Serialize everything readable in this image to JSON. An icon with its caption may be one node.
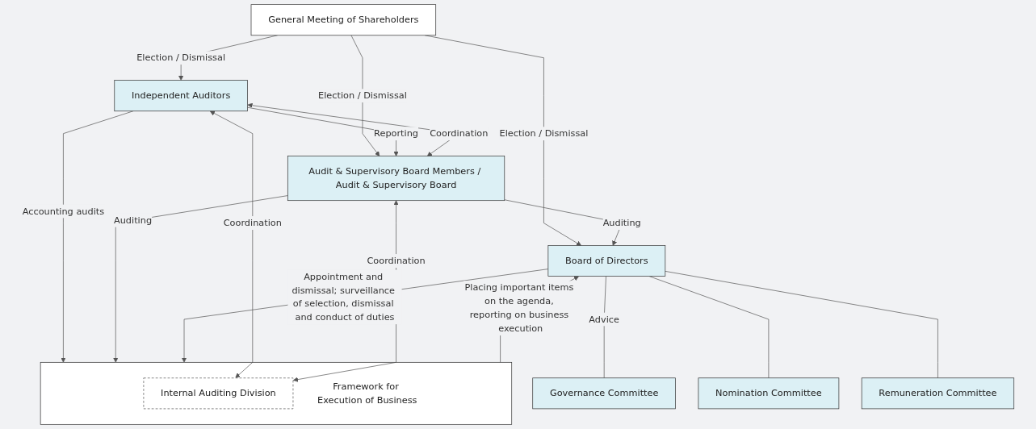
{
  "diagram": {
    "nodes": [
      {
        "text": [
          "General Meeting of Shareholders"
        ]
      },
      {
        "text": [
          "Independent Auditors"
        ]
      },
      {
        "text": [
          "Audit & Supervisory Board Members / Audit & Supervisory Board"
        ]
      },
      {
        "text": [
          "Board of Directors"
        ]
      },
      {
        "text": [
          "Governance Committee"
        ]
      },
      {
        "text": [
          "Nomination Committee"
        ]
      },
      {
        "text": [
          "Remuneration Committee"
        ]
      },
      {
        "text": [
          "Framework for Execution of Business"
        ]
      },
      {
        "text": [
          "Internal Auditing Division"
        ],
        "in": 7
      }
    ],
    "edges": [
      {
        "from": 0,
        "to": 1,
        "arrow": "to",
        "label": "Election / Dismissal"
      },
      {
        "from": 0,
        "to": 2,
        "arrow": "to",
        "label": "Election / Dismissal"
      },
      {
        "from": 0,
        "to": 3,
        "arrow": "to",
        "label": "Election / Dismissal"
      },
      {
        "from": 1,
        "to": 2,
        "arrow": "to",
        "label": "Reporting"
      },
      {
        "from": 2,
        "to": 3,
        "arrow": "to",
        "label": "Auditing"
      },
      {
        "from": 3,
        "to": 4,
        "arrow": "none",
        "label": "Advice"
      },
      {
        "from": 3,
        "to": 5,
        "arrow": "none"
      },
      {
        "from": 3,
        "to": 6,
        "arrow": "none"
      },
      {
        "from": 1,
        "to": 2,
        "arrow": "both",
        "label": "Coordination"
      },
      {
        "from": 1,
        "to": 7,
        "arrow": "to",
        "label": "Accounting audits"
      },
      {
        "from": 8,
        "to": 1,
        "arrow": "both",
        "label": "Coordination"
      },
      {
        "from": 8,
        "to": 2,
        "arrow": "both",
        "label": "Coordination"
      },
      {
        "from": 2,
        "to": 7,
        "arrow": "to",
        "label": "Auditing"
      },
      {
        "from": 3,
        "to": 7,
        "arrow": "to",
        "label": "Appointment and dismissal; surveillance of selection, dismissal and conduct of duties"
      },
      {
        "from": 7,
        "to": 3,
        "arrow": "to",
        "label": "Placing important items on the agenda, reporting on business execution"
      }
    ]
  }
}
